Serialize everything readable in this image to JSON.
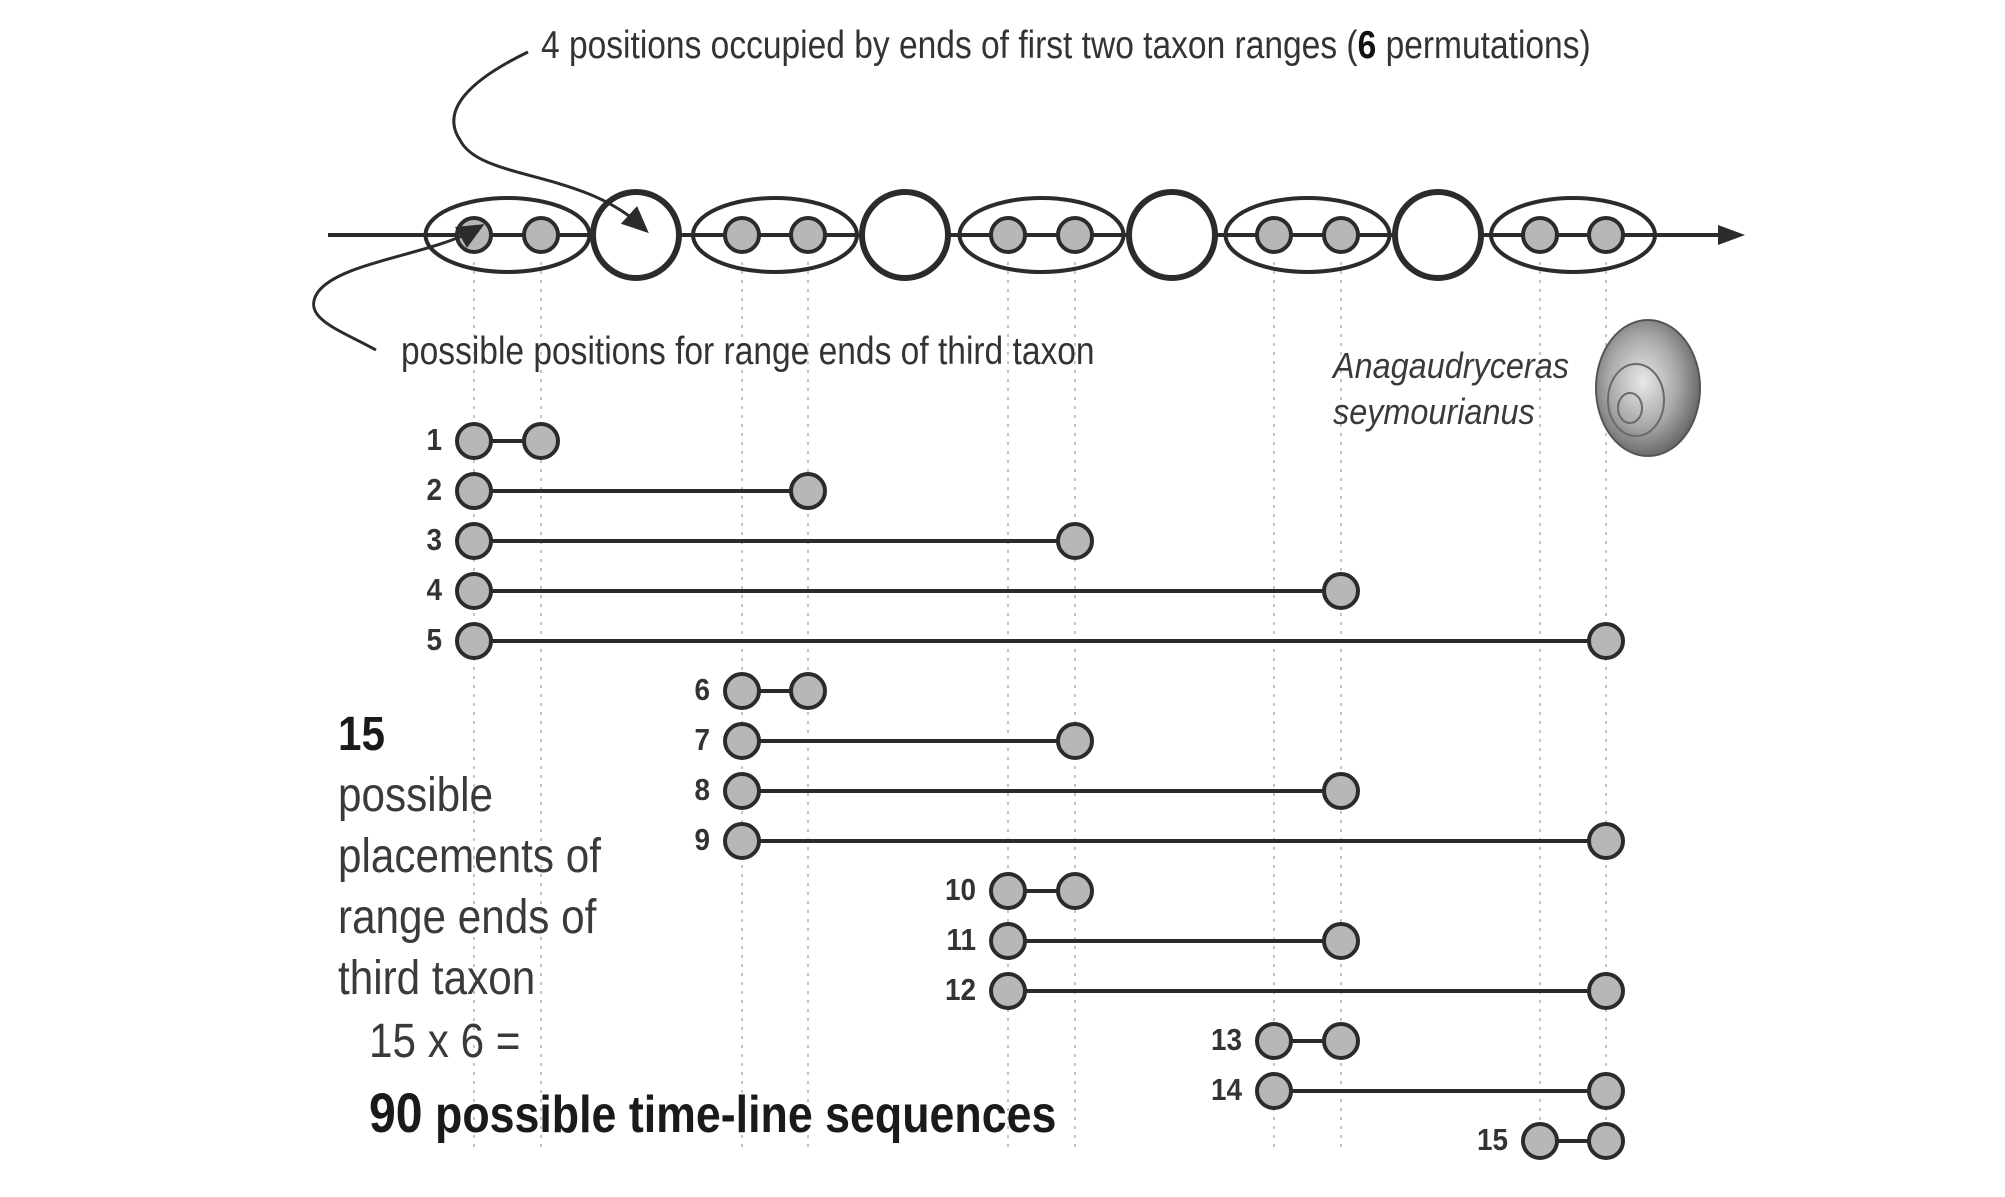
{
  "annotations": {
    "top_label_pre": "4 positions occupied by ends of first two taxon ranges (",
    "top_label_bold": "6",
    "top_label_post": " permutations)",
    "positions_label": "possible positions for range ends of third taxon",
    "species_line1": "Anagaudryceras",
    "species_line2": "seymourianus",
    "placements_bold": "15",
    "placements_line1_rest": " possible",
    "placements_line2": "placements of",
    "placements_line3": "range ends of",
    "placements_line4": "third taxon",
    "equation": "15 x 6 =",
    "total_bold": "90",
    "total_rest": " possible time-line sequences"
  },
  "timeline": {
    "elements": [
      "pair",
      "empty",
      "pair",
      "empty",
      "pair",
      "empty",
      "pair",
      "empty",
      "pair"
    ]
  },
  "ranges": [
    {
      "label": "1",
      "start": 1,
      "end": 2
    },
    {
      "label": "2",
      "start": 1,
      "end": 4
    },
    {
      "label": "3",
      "start": 1,
      "end": 6
    },
    {
      "label": "4",
      "start": 1,
      "end": 8
    },
    {
      "label": "5",
      "start": 1,
      "end": 10
    },
    {
      "label": "6",
      "start": 3,
      "end": 4
    },
    {
      "label": "7",
      "start": 3,
      "end": 6
    },
    {
      "label": "8",
      "start": 3,
      "end": 8
    },
    {
      "label": "9",
      "start": 3,
      "end": 10
    },
    {
      "label": "10",
      "start": 5,
      "end": 6
    },
    {
      "label": "11",
      "start": 5,
      "end": 8
    },
    {
      "label": "12",
      "start": 5,
      "end": 10
    },
    {
      "label": "13",
      "start": 7,
      "end": 8
    },
    {
      "label": "14",
      "start": 7,
      "end": 10
    },
    {
      "label": "15",
      "start": 9,
      "end": 10
    }
  ],
  "colors": {
    "line": "#2b2b2b",
    "dot_fill": "#b7b7b7",
    "guide": "#c4c4c4",
    "shell": "#8a8a8a"
  }
}
